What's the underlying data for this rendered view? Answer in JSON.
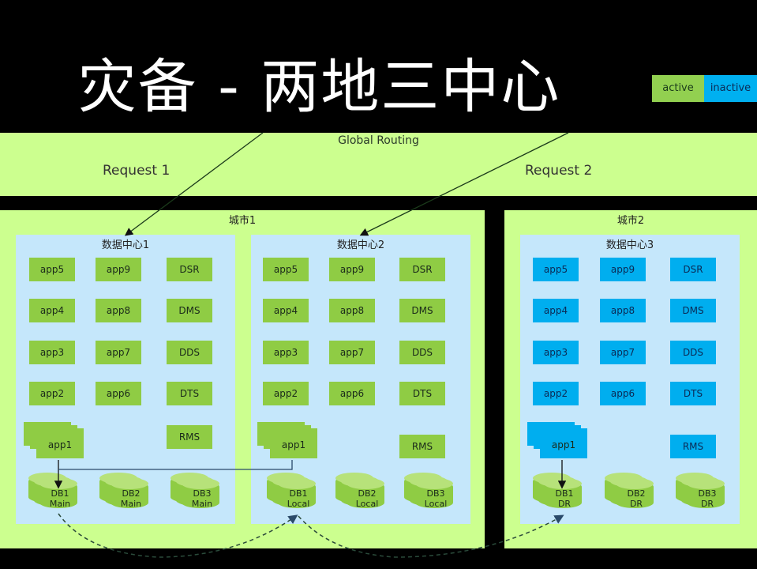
{
  "title": "灾备 - 两地三中心",
  "legend": {
    "active": "active",
    "inactive": "inactive",
    "active_color": "#92d050",
    "inactive_color": "#00b0f0"
  },
  "routing": {
    "label": "Global Routing",
    "request1": "Request 1",
    "request2": "Request 2"
  },
  "cities": [
    {
      "label": "城市1"
    },
    {
      "label": "城市2"
    }
  ],
  "datacenters": [
    {
      "label": "数据中心1",
      "state": "active",
      "rows": [
        [
          "app5",
          "app9",
          "DSR"
        ],
        [
          "app4",
          "app8",
          "DMS"
        ],
        [
          "app3",
          "app7",
          "DDS"
        ],
        [
          "app2",
          "app6",
          "DTS"
        ]
      ],
      "app1": "app1",
      "rms": "RMS",
      "dbs": [
        {
          "name": "DB1",
          "role": "Main"
        },
        {
          "name": "DB2",
          "role": "Main"
        },
        {
          "name": "DB3",
          "role": "Main"
        }
      ]
    },
    {
      "label": "数据中心2",
      "state": "active",
      "rows": [
        [
          "app5",
          "app9",
          "DSR"
        ],
        [
          "app4",
          "app8",
          "DMS"
        ],
        [
          "app3",
          "app7",
          "DDS"
        ],
        [
          "app2",
          "app6",
          "DTS"
        ]
      ],
      "app1": "app1",
      "rms": "RMS",
      "dbs": [
        {
          "name": "DB1",
          "role": "Local"
        },
        {
          "name": "DB2",
          "role": "Local"
        },
        {
          "name": "DB3",
          "role": "Local"
        }
      ]
    },
    {
      "label": "数据中心3",
      "state": "inactive",
      "rows": [
        [
          "app5",
          "app9",
          "DSR"
        ],
        [
          "app4",
          "app8",
          "DMS"
        ],
        [
          "app3",
          "app7",
          "DDS"
        ],
        [
          "app2",
          "app6",
          "DTS"
        ]
      ],
      "app1": "app1",
      "rms": "RMS",
      "dbs": [
        {
          "name": "DB1",
          "role": "DR"
        },
        {
          "name": "DB2",
          "role": "DR"
        },
        {
          "name": "DB3",
          "role": "DR"
        }
      ]
    }
  ]
}
